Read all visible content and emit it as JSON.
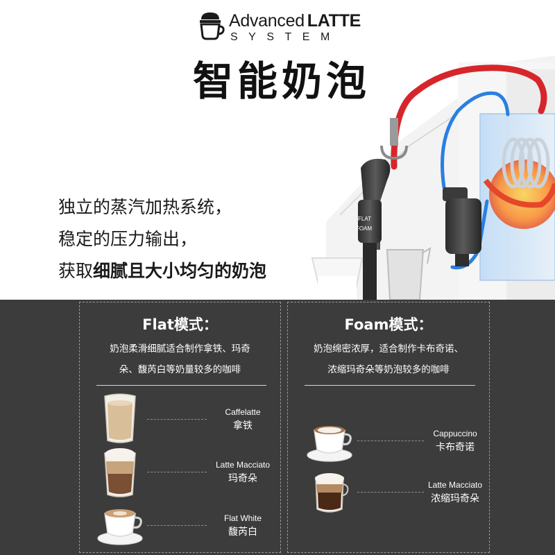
{
  "logo": {
    "brand_light": "Advanced",
    "brand_bold": "LATTE",
    "brand_sub": "SYSTEM"
  },
  "headline": "智能奶泡",
  "features": {
    "line1": "独立的蒸汽加热系统，",
    "line2": "稳定的压力输出，",
    "line3_prefix": "获取",
    "line3_bold": "细腻且大小均匀的奶泡"
  },
  "machine": {
    "label_flat": "FLAT",
    "label_foam": "FOAM"
  },
  "modes": [
    {
      "title": "Flat模式：",
      "desc_line1": "奶泡柔滑细腻适合制作拿铁、玛奇",
      "desc_line2": "朵、馥芮白等奶量较多的咖啡",
      "drinks": [
        {
          "en": "Caffelatte",
          "zh": "拿铁"
        },
        {
          "en": "Latte Macciato",
          "zh": "玛奇朵"
        },
        {
          "en": "Flat White",
          "zh": "馥芮白"
        }
      ]
    },
    {
      "title": "Foam模式：",
      "desc_line1": "奶泡绵密浓厚，适合制作卡布奇诺、",
      "desc_line2": "浓缩玛奇朵等奶泡较多的咖啡",
      "drinks": [
        {
          "en": "Cappuccino",
          "zh": "卡布奇诺"
        },
        {
          "en": "Latte Macciato",
          "zh": "浓缩玛奇朵"
        }
      ]
    }
  ],
  "colors": {
    "dark_bg": "#3c3c3c",
    "hot_tube": "#d6262b",
    "cold_tube": "#2a7fe0"
  }
}
